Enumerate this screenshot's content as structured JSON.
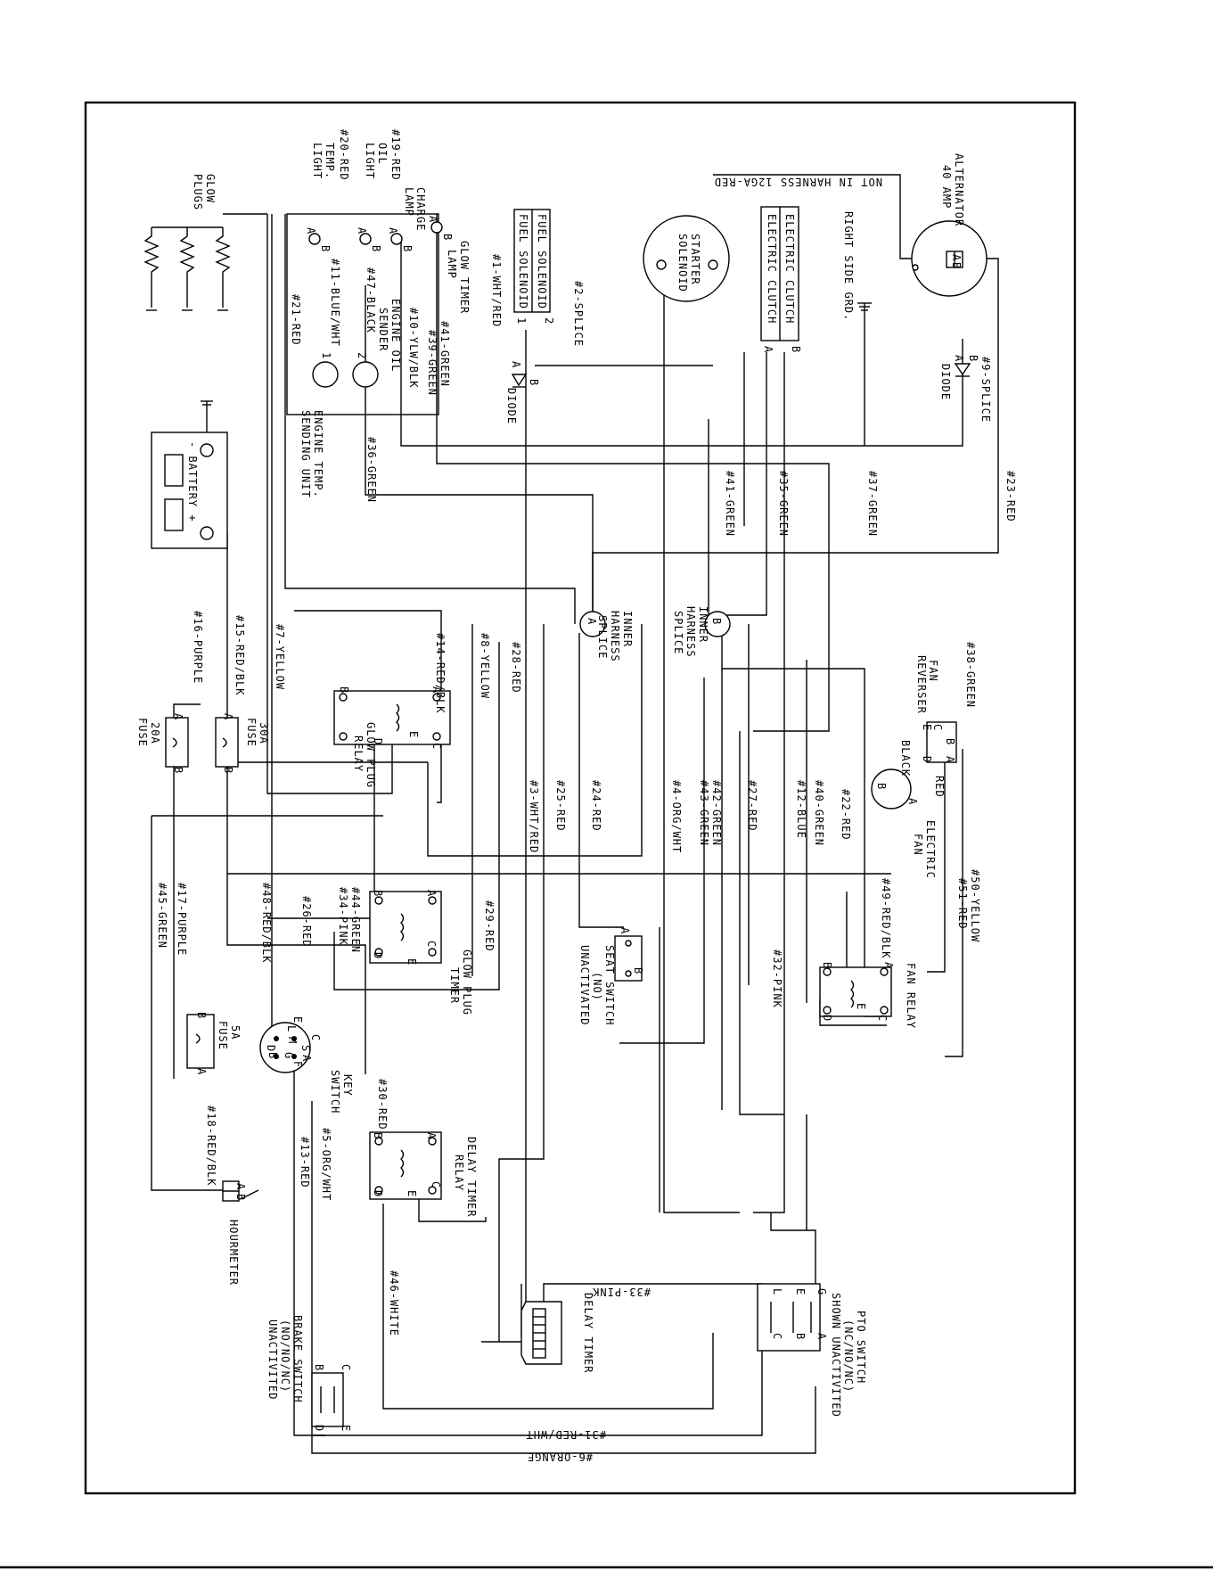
{
  "components": {
    "alternator": [
      "ALTERNATOR",
      "40 AMP"
    ],
    "not_in_harness": "NOT IN HARNESS 12GA-RED",
    "right_side_grd": "RIGHT SIDE GRD.",
    "electric_clutch": "ELECTRIC CLUTCH",
    "starter_solenoid": [
      "STARTER",
      "SOLENOID"
    ],
    "fuel_solenoid": "FUEL SOLENOID",
    "diode": "DIODE",
    "glow_plugs": [
      "GLOW",
      "PLUGS"
    ],
    "temp_light": [
      "#20-RED",
      "TEMP.",
      "LIGHT"
    ],
    "oil_light": [
      "#19-RED",
      "OIL",
      "LIGHT"
    ],
    "charge_lamp": [
      "CHARGE",
      "LAMP"
    ],
    "glow_timer_lamp": [
      "GLOW TIMER",
      "LAMP"
    ],
    "engine_oil_sender": [
      "ENGINE OIL",
      "SENDER"
    ],
    "engine_temp_unit": [
      "ENGINE TEMP.",
      "SENDING UNIT"
    ],
    "battery": "- BATTERY +",
    "inner_splice_a": [
      "INNER",
      "HARNESS",
      "SPLICE"
    ],
    "inner_splice_b": [
      "INNER",
      "HARNESS",
      "SPLICE"
    ],
    "fan_reverser": [
      "FAN",
      "REVERSER"
    ],
    "electric_fan": [
      "ELECTRIC",
      "FAN"
    ],
    "fan_relay": "FAN RELAY",
    "fuse_30a": [
      "30A",
      "FUSE"
    ],
    "fuse_20a": [
      "20A",
      "FUSE"
    ],
    "fuse_5a": [
      "5A",
      "FUSE"
    ],
    "glow_plug_relay": [
      "GLOW PLUG",
      "RELAY"
    ],
    "glow_plug_timer": [
      "GLOW PLUG",
      "TIMER"
    ],
    "seat_switch": [
      "SEAT SWITCH",
      "(NO)",
      "UNACTIVATED"
    ],
    "key_switch": [
      "KEY",
      "SWITCH"
    ],
    "delay_timer_relay": [
      "DELAY TIMER",
      "RELAY"
    ],
    "hourmeter": "HOURMETER",
    "delay_timer": "DELAY TIMER",
    "pto_switch": [
      "PTO SWITCH",
      "(NC/NO/NC)",
      "SHOWN UNACTIVITED"
    ],
    "brake_switch": [
      "BRAKE SWITCH",
      "(NO/NO/NC)",
      "UNACTIVITED"
    ]
  },
  "pins": {
    "A": "A",
    "B": "B",
    "C": "C",
    "D": "D",
    "E": "E",
    "F": "F",
    "G": "G",
    "L": "L",
    "M": "M",
    "S": "S",
    "one": "1",
    "two": "2"
  },
  "wires": {
    "w1": "#1-WHT/RED",
    "w2": "#2-SPLICE",
    "w3": "#3-WHT/RED",
    "w4": "#4-ORG/WHT",
    "w5": "#5-ORG/WHT",
    "w6": "#6-ORANGE",
    "w7": "#7-YELLOW",
    "w8": "#8-YELLOW",
    "w9": "#9-SPLICE",
    "w10": "#10-YLW/BLK",
    "w11": "#11-BLUE/WHT",
    "w12": "#12-BLUE",
    "w13": "#13-RED",
    "w14": "#14-RED/BLK",
    "w15": "#15-RED/BLK",
    "w16": "#16-PURPLE",
    "w17": "#17-PURPLE",
    "w18": "#18-RED/BLK",
    "w21": "#21-RED",
    "w22": "#22-RED",
    "w23": "#23-RED",
    "w24": "#24-RED",
    "w25": "#25-RED",
    "w26": "#26-RED",
    "w27": "#27-RED",
    "w28": "#28-RED",
    "w29": "#29-RED",
    "w30": "#30-RED",
    "w31": "#31-RED/WHT",
    "w32": "#32-PINK",
    "w33": "#33-PINK",
    "w34": "#34-PINK",
    "w35": "#35-GREEN",
    "w36": "#36-GREEN",
    "w37": "#37-GREEN",
    "w38": "#38-GREEN",
    "w39": "#39-GREEN",
    "w40": "#40-GREEN",
    "w41": "#41-GREEN",
    "w42": "#42-GREEN",
    "w43": "#43-GREEN",
    "w44": "#44-GREEN",
    "w45": "#45-GREEN",
    "w46": "#46-WHITE",
    "w47": "#47-BLACK",
    "w48": "#48-RED/BLK",
    "w49": "#49-RED/BLK",
    "w50": "#50-YELLOW",
    "w51": "#51-RED"
  },
  "colors": {
    "line": "#000000",
    "paper": "#ffffff"
  }
}
